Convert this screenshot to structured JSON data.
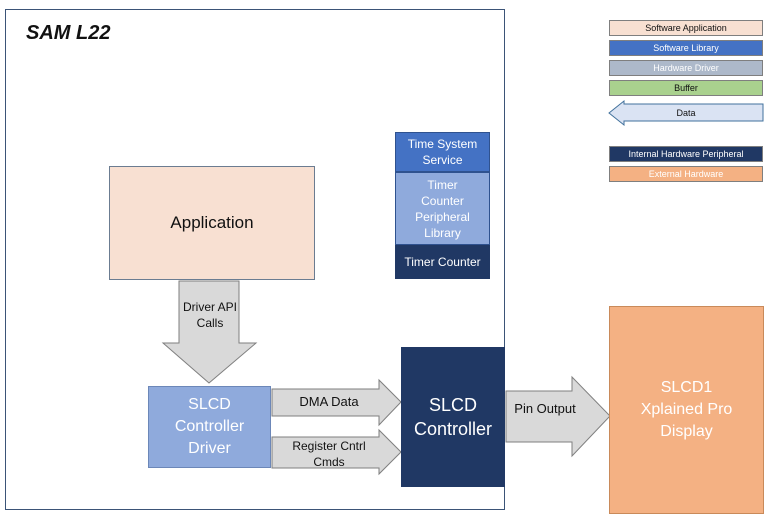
{
  "diagram": {
    "title": "SAM L22",
    "application": "Application",
    "time_system_service": "Time System Service",
    "timer_counter_peripheral_library": "Timer Counter Peripheral Library",
    "timer_counter": "Timer Counter",
    "slcd_controller_driver": "SLCD Controller Driver",
    "slcd_controller": "SLCD Controller",
    "external_display": "SLCD1 Xplained Pro Display",
    "arrows": {
      "driver_api_calls": "Driver API Calls",
      "dma_data": "DMA Data",
      "register_cntrl_cmds": "Register Cntrl Cmds",
      "pin_output": "Pin Output"
    }
  },
  "legend": {
    "software_application": "Software Application",
    "software_library": "Software Library",
    "hardware_driver": "Hardware Driver",
    "buffer": "Buffer",
    "data": "Data",
    "internal_hardware_peripheral": "Internal Hardware Peripheral",
    "external_hardware": "External Hardware"
  },
  "colors": {
    "software_application": "#f8e0d2",
    "software_library": "#4472c4",
    "hardware_driver": "#adb9ca",
    "buffer": "#a9d18e",
    "data_arrow": "#d9d9d9",
    "internal_hardware_peripheral": "#203864",
    "external_hardware": "#f4b183"
  }
}
